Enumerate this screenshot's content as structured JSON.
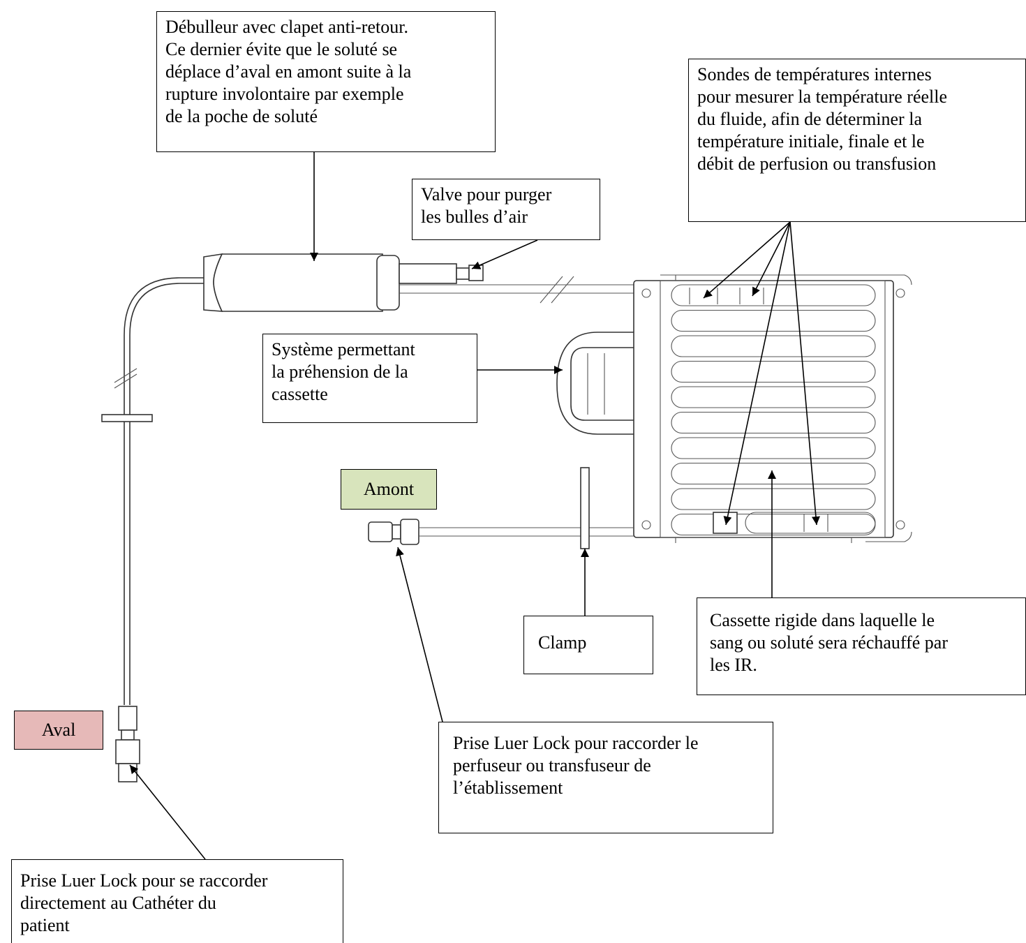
{
  "labels": {
    "debulleur": "Débulleur avec clapet anti-retour.\nCe dernier évite que le soluté se\ndéplace d’aval en amont suite à la\nrupture  involontaire par exemple\nde la poche de soluté",
    "valve": "Valve pour purger\nles bulles d’air",
    "sondes": "Sondes de températures internes\npour mesurer la température réelle\ndu fluide, afin de déterminer la\ntempérature initiale, finale et le\ndébit de perfusion ou transfusion",
    "systeme": "Système permettant\nla préhension de la\ncassette",
    "amont": "Amont",
    "aval": "Aval",
    "clamp": "Clamp",
    "cassette": "Cassette rigide dans laquelle le\nsang ou soluté sera réchauffé par\nles IR.",
    "luer_amont": "Prise Luer Lock pour raccorder le\nperfuseur ou transfuseur de\nl’établissement",
    "luer_aval": "Prise Luer Lock pour se raccorder\ndirectement au Cathéter du\npatient"
  },
  "colors": {
    "amont_fill": "#d8e4bc",
    "aval_fill": "#e6b9b8"
  }
}
